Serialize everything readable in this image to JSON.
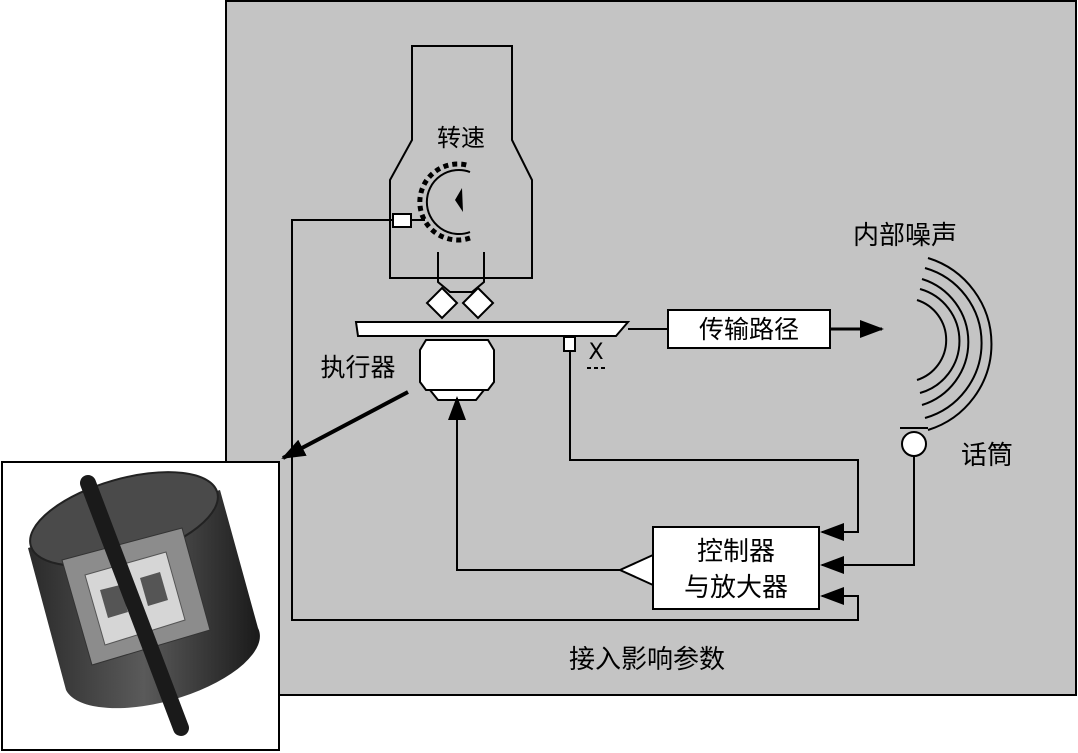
{
  "labels": {
    "speed": "转速",
    "internal_noise": "内部噪声",
    "transmission_path": "传输路径",
    "actuator": "执行器",
    "sensor_x": "X",
    "microphone": "话筒",
    "controller_line1": "控制器",
    "controller_line2": "与放大器",
    "parameters": "接入影响参数"
  },
  "colors": {
    "panel_bg": "#c4c4c4",
    "line": "#000000",
    "box_fill": "#ffffff",
    "inset_bg": "#ffffff"
  },
  "icons": {
    "actuator_3d": "cutaway-cylinder-actuator-icon",
    "sound_waves": "sound-waves-icon",
    "microphone": "microphone-icon",
    "gear": "gear-icon"
  }
}
